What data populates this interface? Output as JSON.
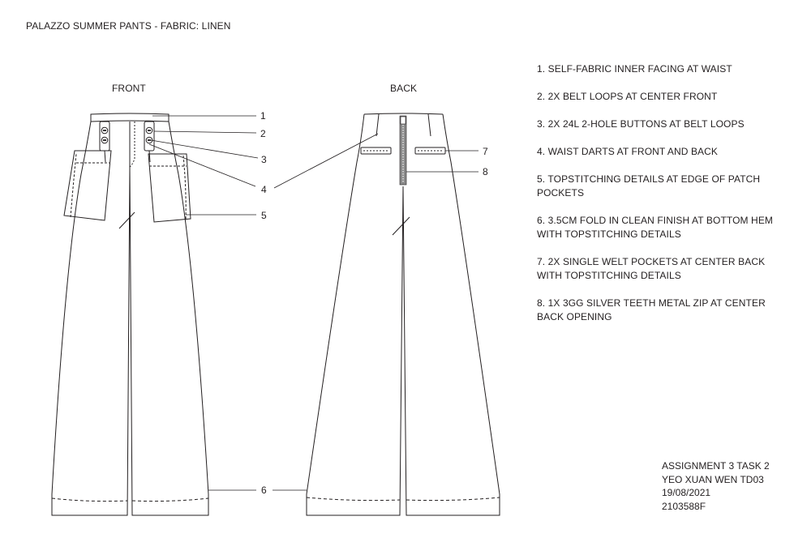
{
  "title": "PALAZZO SUMMER PANTS - FABRIC: LINEN",
  "views": {
    "front": "FRONT",
    "back": "BACK"
  },
  "callouts": {
    "c1": "1",
    "c2": "2",
    "c3": "3",
    "c4": "4",
    "c5": "5",
    "c6a": "6",
    "c6b": "6",
    "c7": "7",
    "c8": "8"
  },
  "notes": [
    "1. SELF-FABRIC INNER FACING AT WAIST",
    "2. 2X BELT LOOPS AT CENTER FRONT",
    "3. 2X 24L 2-HOLE BUTTONS AT BELT LOOPS",
    "4. WAIST DARTS AT FRONT AND BACK",
    "5. TOPSTITCHING DETAILS AT EDGE OF PATCH POCKETS",
    "6. 3.5CM FOLD IN CLEAN FINISH AT BOTTOM HEM WITH TOPSTITCHING DETAILS",
    "7. 2X SINGLE WELT POCKETS AT CENTER BACK WITH TOPSTITCHING DETAILS",
    "8. 1X 3GG SILVER TEETH METAL ZIP AT CENTER BACK OPENING"
  ],
  "credits": [
    "ASSIGNMENT 3 TASK 2",
    "YEO XUAN WEN TD03",
    "19/08/2021",
    "2103588F"
  ],
  "colors": {
    "ink": "#231f20",
    "zip": "#8a8a8a"
  }
}
